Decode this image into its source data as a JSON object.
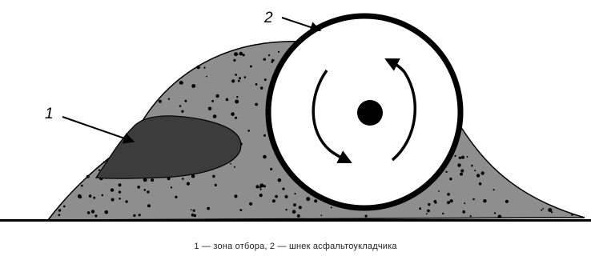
{
  "labels": {
    "zone": "1",
    "auger": "2"
  },
  "caption": "1 — зона отбора, 2 — шнек асфальтоукладчика",
  "colors": {
    "mix": "#8e8e8e",
    "zone": "#3c3c3c",
    "ground": "#000000",
    "auger": "#ffffff"
  }
}
